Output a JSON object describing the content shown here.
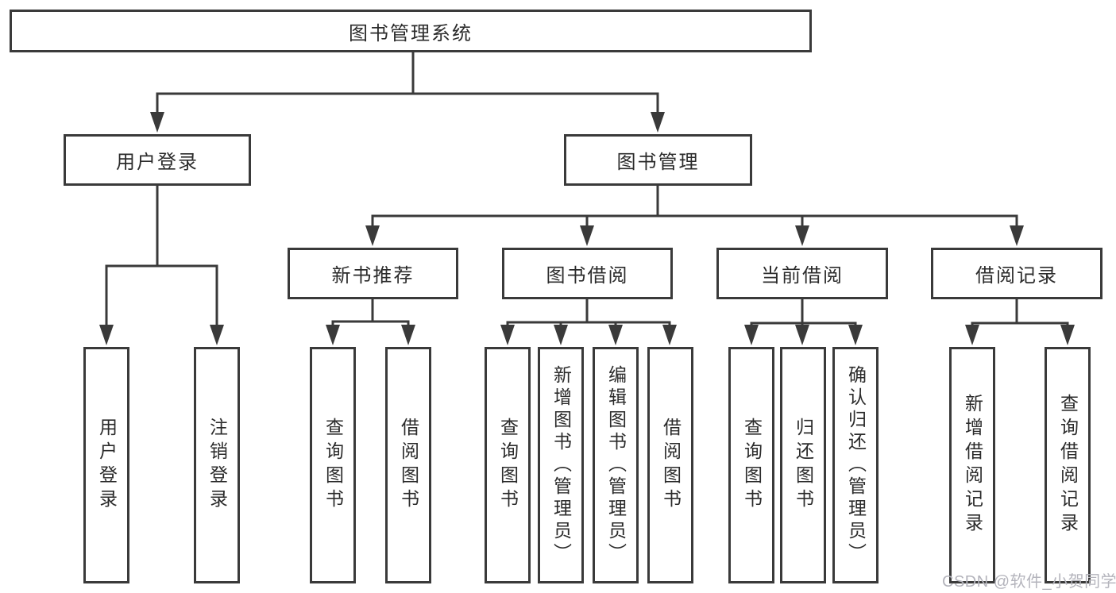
{
  "tree": {
    "root": "图书管理系统",
    "children": [
      {
        "label": "用户登录",
        "children": [
          "用户登录",
          "注销登录"
        ]
      },
      {
        "label": "图书管理",
        "children": [
          {
            "label": "新书推荐",
            "children": [
              "查询图书",
              "借阅图书"
            ]
          },
          {
            "label": "图书借阅",
            "children": [
              "查询图书",
              "新增图书（管理员）",
              "编辑图书（管理员）",
              "借阅图书"
            ]
          },
          {
            "label": "当前借阅",
            "children": [
              "查询图书",
              "归还图书",
              "确认归还（管理员）"
            ]
          },
          {
            "label": "借阅记录",
            "children": [
              "新增借阅记录",
              "查询借阅记录"
            ]
          }
        ]
      }
    ]
  },
  "watermark": {
    "text": "CSDN @软件_小贺同学"
  },
  "colors": {
    "line": "#3a3a3a",
    "text": "#2b2b2b",
    "box_bg": "#ffffff",
    "canvas_bg": "#ffffff",
    "watermark": "#b4b4bc"
  }
}
